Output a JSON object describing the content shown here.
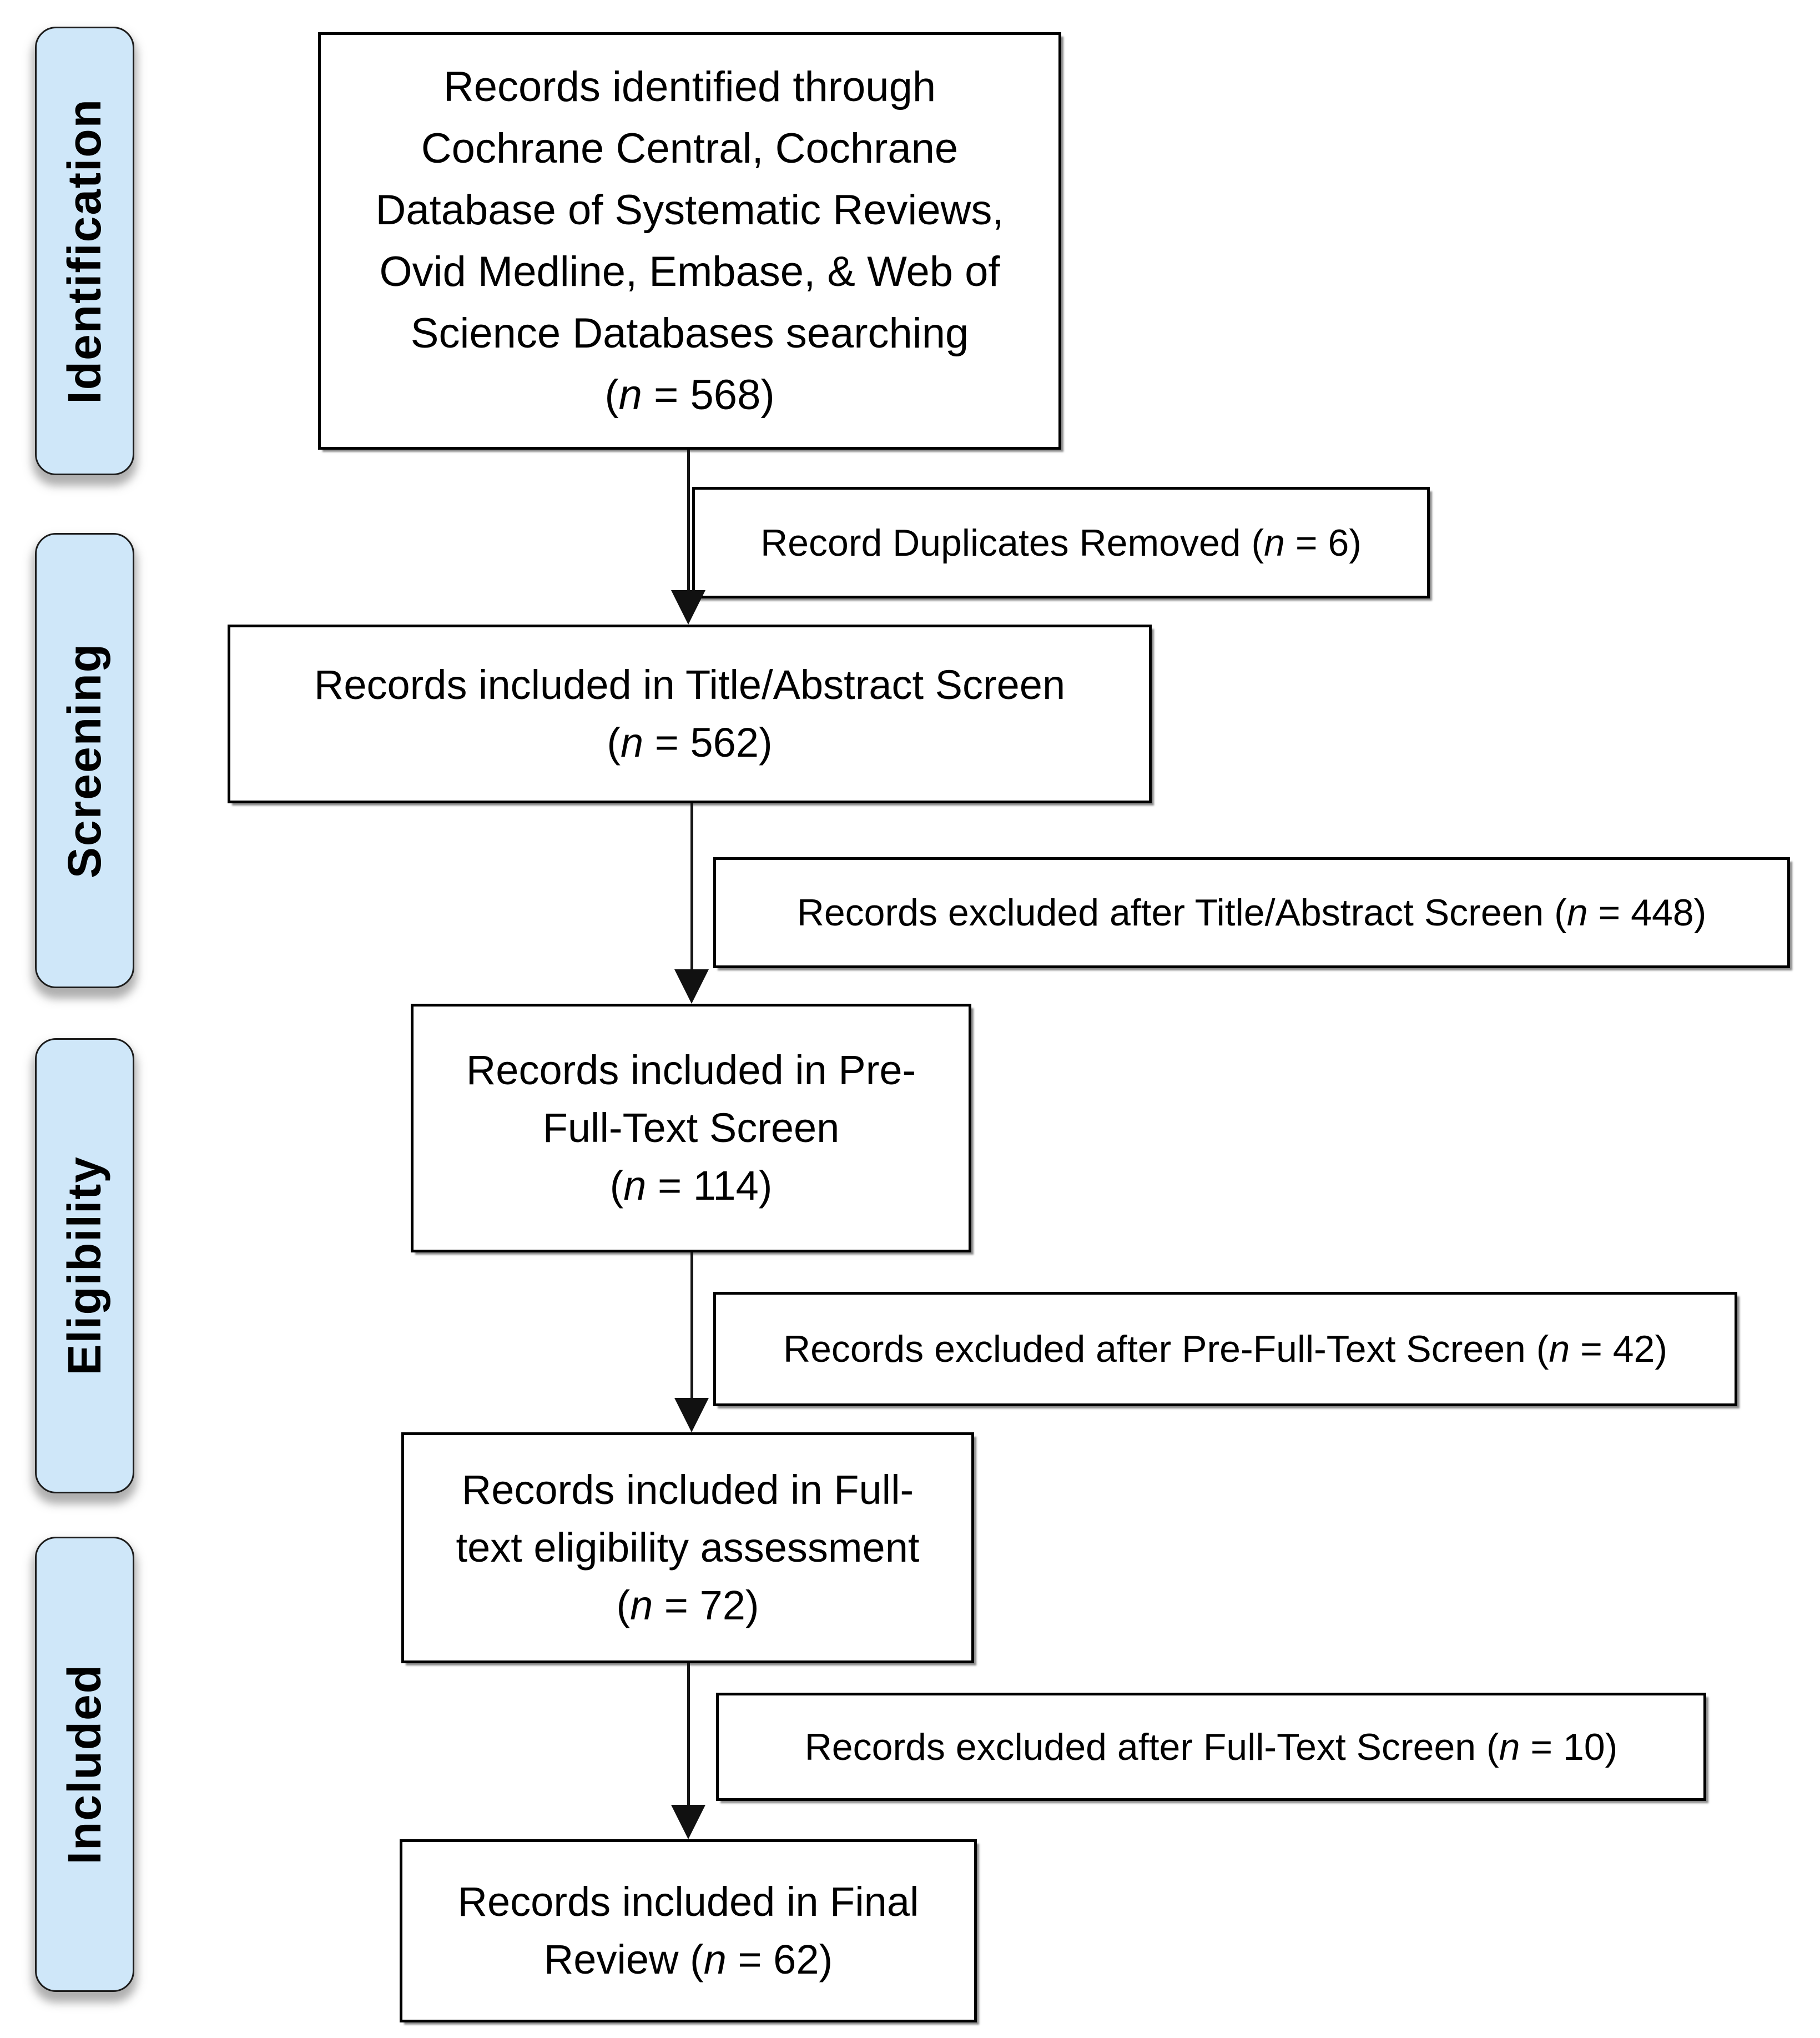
{
  "diagram": {
    "type": "prisma-flow",
    "colors": {
      "background": "#ffffff",
      "stage_fill": "#cfe7f9",
      "stage_border": "#1c1c1c",
      "box_fill": "#ffffff",
      "box_border": "#000000",
      "arrow": "#161616",
      "text": "#000000"
    },
    "stage_labels": [
      {
        "label": "Identification"
      },
      {
        "label": "Screening"
      },
      {
        "label": "Eligibility"
      },
      {
        "label": "Included"
      }
    ],
    "flow_boxes": [
      {
        "id": "records-identified",
        "lines": [
          "Records identified through",
          "Cochrane Central, Cochrane",
          "Database of Systematic Reviews,",
          "Ovid Medline, Embase, & Web of",
          "Science Databases searching",
          "(n = 568)"
        ],
        "n": 568
      },
      {
        "id": "title-abstract-screen",
        "lines": [
          "Records included in Title/Abstract Screen",
          "(n = 562)"
        ],
        "n": 562
      },
      {
        "id": "pre-full-text-screen",
        "lines": [
          "Records included in Pre-",
          "Full-Text Screen",
          "(n = 114)"
        ],
        "n": 114
      },
      {
        "id": "full-text-eligibility",
        "lines": [
          "Records included in Full-",
          "text eligibility assessment",
          "(n = 72)"
        ],
        "n": 72
      },
      {
        "id": "final-review",
        "lines": [
          "Records included in Final",
          "Review (n = 62)"
        ],
        "n": 62
      }
    ],
    "side_boxes": [
      {
        "id": "duplicates-removed",
        "text": "Record Duplicates Removed (n = 6)",
        "n": 6
      },
      {
        "id": "excluded-title-abstract",
        "text": "Records excluded after Title/Abstract Screen (n = 448)",
        "n": 448
      },
      {
        "id": "excluded-pre-full-text",
        "text": "Records excluded after Pre-Full-Text Screen (n = 42)",
        "n": 42
      },
      {
        "id": "excluded-full-text",
        "text": "Records excluded after Full-Text Screen (n = 10)",
        "n": 10
      }
    ]
  }
}
